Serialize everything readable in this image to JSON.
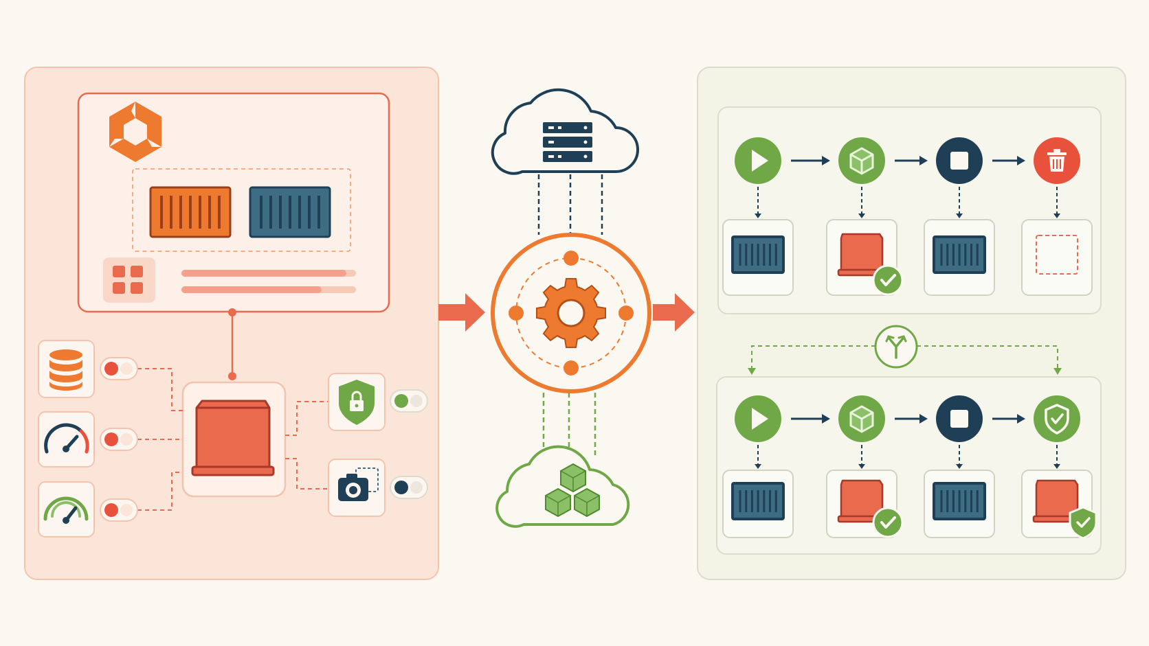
{
  "colors": {
    "background": "#fbf8f1",
    "orange": "#ee7a2f",
    "coral": "#ea6a4e",
    "coral_light": "#f4a08c",
    "navy": "#1e3f55",
    "steel": "#3e6c83",
    "green": "#70a847",
    "green_light": "#8cc068",
    "red": "#e8523c",
    "panel_left": "#fbe4d8",
    "panel_left_border": "#f4c3ad",
    "panel_right": "#f3f3e6",
    "panel_right_border": "#dcdccc"
  },
  "icons": {
    "logo": "hexagon-logo-icon",
    "app_grid": "app-grid-icon",
    "database": "database-icon",
    "gauge_red": "speedometer-icon",
    "gauge_green": "speedometer-icon",
    "shield_lock": "shield-lock-icon",
    "camera": "camera-icon",
    "cloud_server": "cloud-server-icon",
    "cloud_cubes": "cloud-cubes-icon",
    "gear": "gear-icon",
    "play": "play-icon",
    "cube": "cube-icon",
    "stop": "stop-icon",
    "trash": "trash-icon",
    "shield_check": "shield-check-icon",
    "fork": "fork-icon",
    "container": "container-icon",
    "volume": "volume-icon",
    "check": "check-badge-icon"
  },
  "lifecycles": [
    {
      "name": "lifecycle-delete",
      "steps": [
        {
          "action": "play",
          "state": "container",
          "badge": ""
        },
        {
          "action": "cube",
          "state": "volume",
          "badge": "check"
        },
        {
          "action": "stop",
          "state": "container",
          "badge": ""
        },
        {
          "action": "trash",
          "state": "empty",
          "badge": ""
        }
      ]
    },
    {
      "name": "lifecycle-protect",
      "steps": [
        {
          "action": "play",
          "state": "container",
          "badge": ""
        },
        {
          "action": "cube",
          "state": "volume",
          "badge": "check"
        },
        {
          "action": "stop",
          "state": "container",
          "badge": ""
        },
        {
          "action": "shield",
          "state": "volume",
          "badge": "shield"
        }
      ]
    }
  ],
  "toggles": [
    {
      "target": "database",
      "state": "on",
      "accent": "red"
    },
    {
      "target": "gauge-red",
      "state": "on",
      "accent": "red"
    },
    {
      "target": "gauge-green",
      "state": "on",
      "accent": "red"
    },
    {
      "target": "shield-lock",
      "state": "on",
      "accent": "green"
    },
    {
      "target": "camera",
      "state": "on",
      "accent": "navy"
    }
  ]
}
